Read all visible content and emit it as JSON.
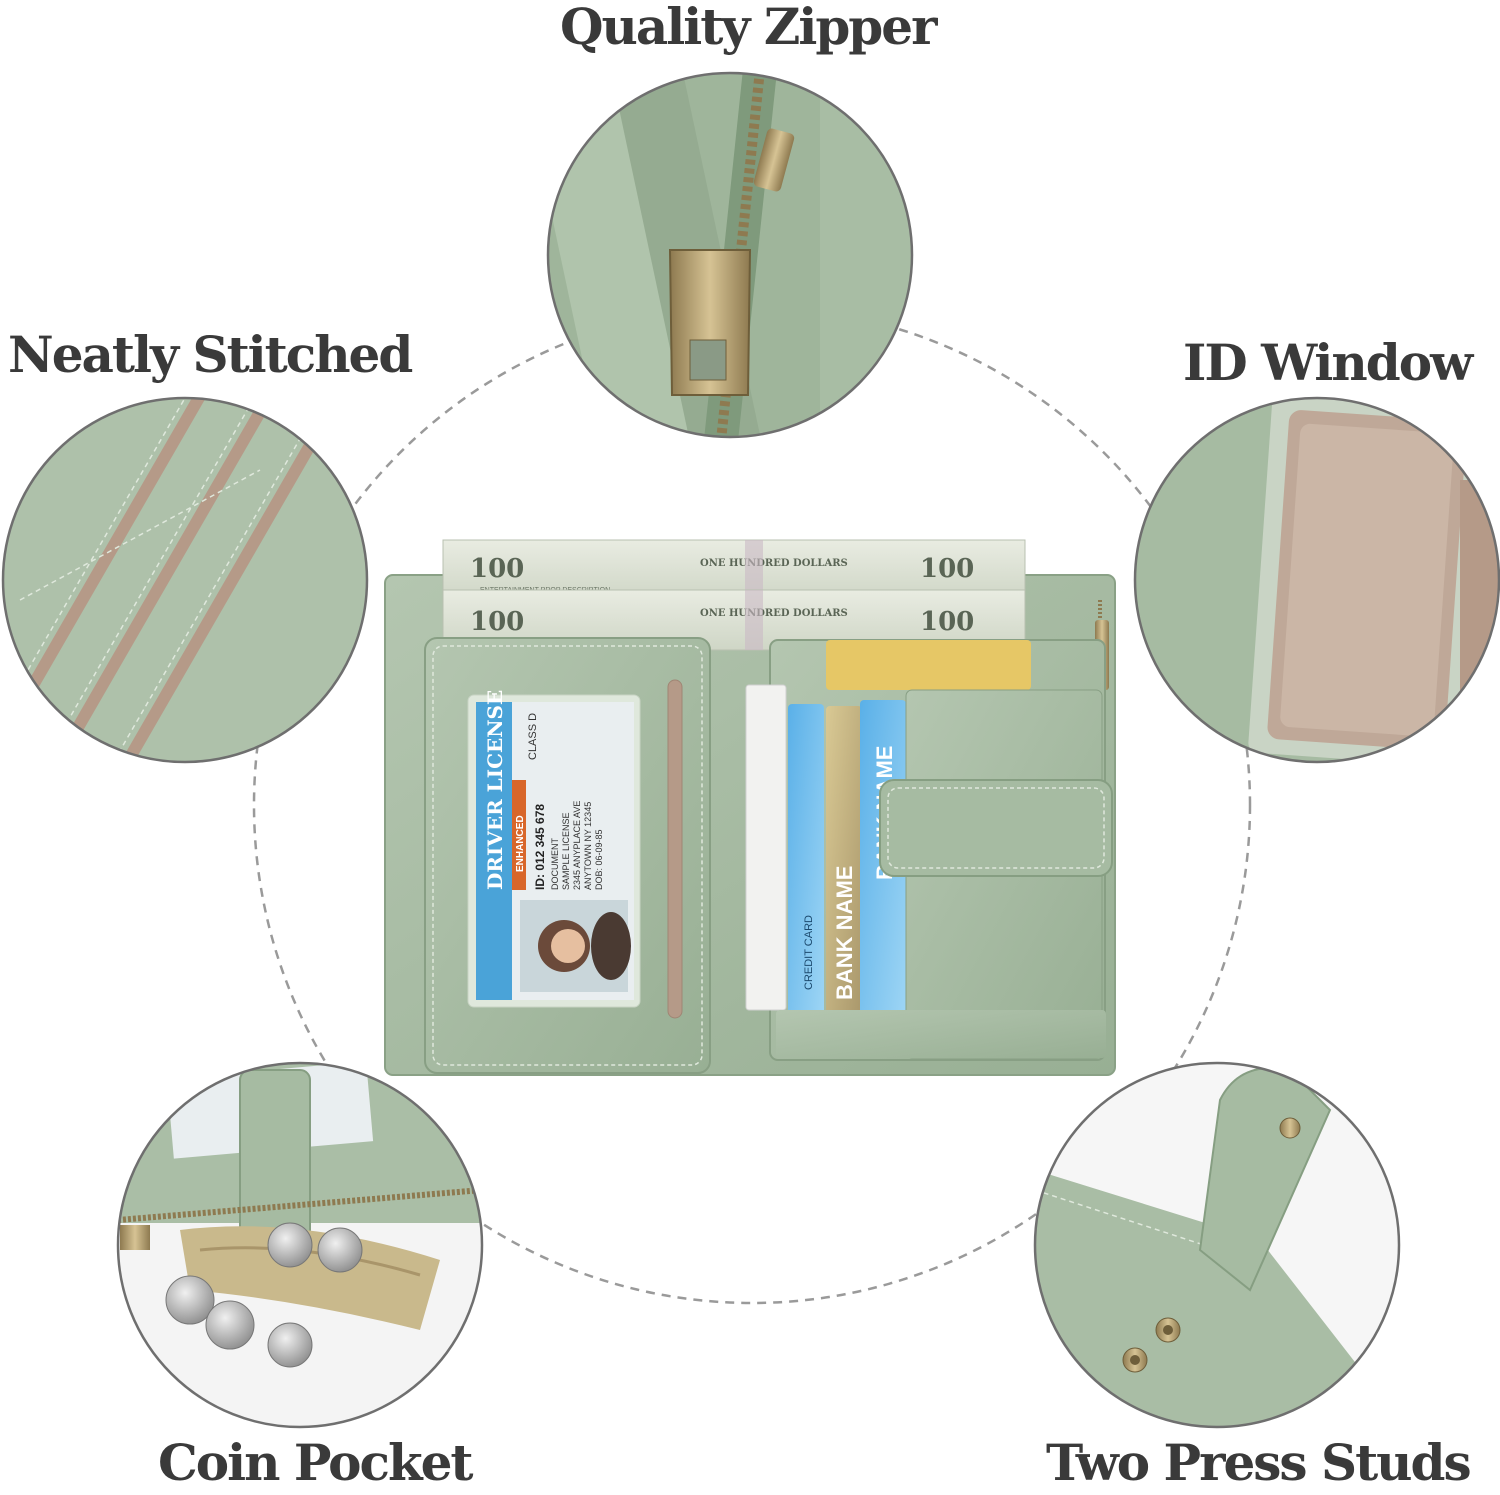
{
  "labels": {
    "quality_zipper": "Quality Zipper",
    "neatly_stitched": "Neatly Stitched",
    "id_window": "ID Window",
    "coin_pocket": "Coin Pocket",
    "two_press_studs": "Two Press Studs"
  },
  "banknote": {
    "denomination": "100",
    "legend": "ONE HUNDRED DOLLARS",
    "prop_text": "ENTERTAINMENT PROP DESCRIPTION"
  },
  "license": {
    "header": "DRIVER LICENSE",
    "enhanced": "ENHANCED",
    "class": "CLASS D",
    "id_line": "ID: 012 345 678",
    "doc_line": "DOCUMENT",
    "name_line": "SAMPLE LICENSE",
    "addr1": "2345 ANYPLACE AVE",
    "addr2": "ANYTOWN NY 12345",
    "dob": "DOB: 06-09-85"
  },
  "cards": {
    "bank_name": "BANK NAME",
    "credit_card": "CREDIT CARD"
  },
  "colors": {
    "leather": "#a9bda5",
    "leather_dark": "#8ea68a",
    "stitch": "#dfe8dc",
    "slot": "#b59a88",
    "dash": "#9a9a9a",
    "brass": "#b8a070",
    "text": "#3a3a3a"
  }
}
